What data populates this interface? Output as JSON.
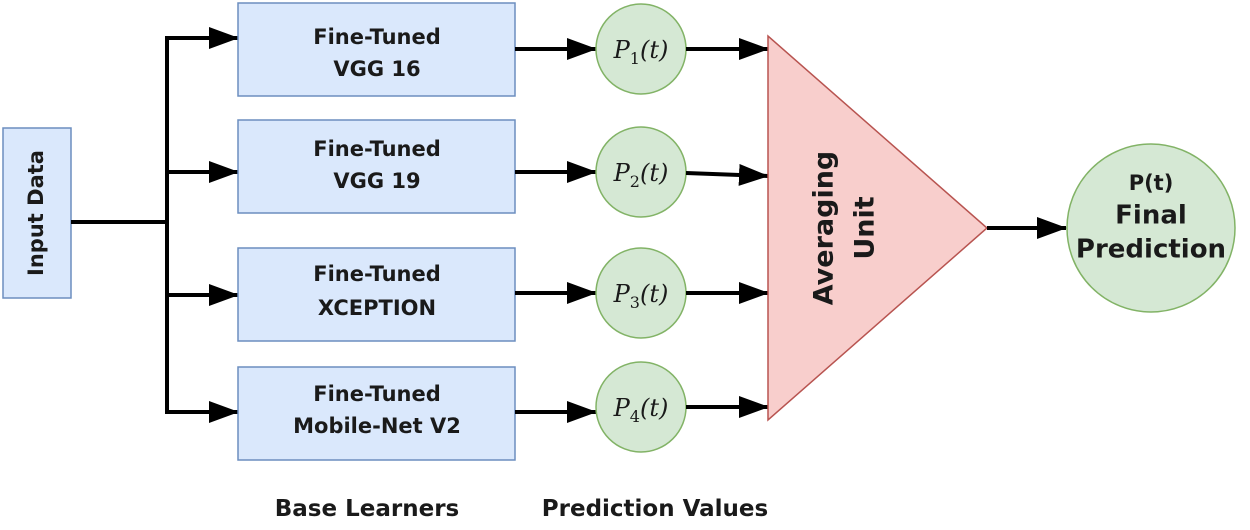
{
  "input": {
    "label": "Input Data"
  },
  "base_learners": [
    {
      "line1": "Fine-Tuned",
      "line2": "VGG 16"
    },
    {
      "line1": "Fine-Tuned",
      "line2": "VGG 19"
    },
    {
      "line1": "Fine-Tuned",
      "line2": "XCEPTION"
    },
    {
      "line1": "Fine-Tuned",
      "line2": "Mobile-Net V2"
    }
  ],
  "predictions": [
    {
      "base": "P",
      "sub": "1",
      "arg": "(t)"
    },
    {
      "base": "P",
      "sub": "2",
      "arg": "(t)"
    },
    {
      "base": "P",
      "sub": "3",
      "arg": "(t)"
    },
    {
      "base": "P",
      "sub": "4",
      "arg": "(t)"
    }
  ],
  "averaging_unit": {
    "line1": "Averaging",
    "line2": "Unit"
  },
  "final": {
    "line1": "P(t)",
    "line2": "Final",
    "line3": "Prediction"
  },
  "captions": {
    "base_learners": "Base Learners",
    "prediction_values": "Prediction Values"
  },
  "colors": {
    "box_fill": "#dae8fc",
    "box_stroke": "#6c8ebf",
    "circle_fill": "#d5e8d4",
    "circle_stroke": "#82b366",
    "triangle_fill": "#f8cecc",
    "triangle_stroke": "#b85450",
    "arrow": "#000000"
  }
}
